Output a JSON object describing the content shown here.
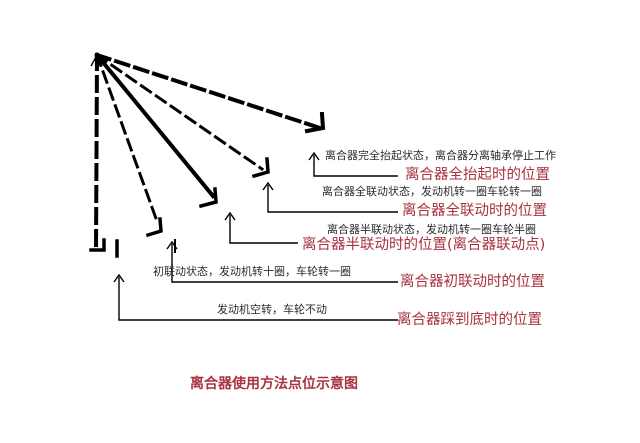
{
  "colors": {
    "line": "#000000",
    "accent": "#a8323f",
    "note": "#2b2b2b"
  },
  "positions": [
    {
      "state": "离合器完全抬起状态，离合器分离轴承停止工作",
      "position": "离合器全抬起时的位置"
    },
    {
      "state": "离合器全联动状态，发动机转一圈车轮转一圈",
      "position": "离合器全联动时的位置"
    },
    {
      "state": "离合器半联动状态，发动机转一圈车轮半圈",
      "position": "离合器半联动时的位置(离合器联动点)"
    },
    {
      "state": "初联动状态，发动机转十圈，车轮转一圈",
      "position": "离合器初联动时的位置"
    },
    {
      "state": "发动机空转，车轮不动",
      "position": "离合器踩到底时的位置"
    }
  ],
  "caption": "离合器使用方法点位示意图"
}
